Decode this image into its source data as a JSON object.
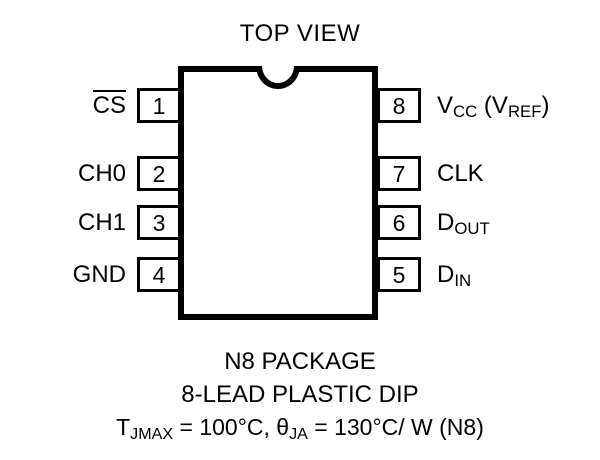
{
  "title": "TOP VIEW",
  "package": {
    "notch": "semicircle-notch",
    "outline": "dip-package-body"
  },
  "pins": {
    "left": [
      {
        "number": "1",
        "label": "CS",
        "overline": true
      },
      {
        "number": "2",
        "label": "CH0",
        "overline": false
      },
      {
        "number": "3",
        "label": "CH1",
        "overline": false
      },
      {
        "number": "4",
        "label": "GND",
        "overline": false
      }
    ],
    "right": [
      {
        "number": "8",
        "label_main": "V",
        "label_sub": "CC",
        "label_tail": " (V",
        "label_sub2": "REF",
        "label_tail2": ")"
      },
      {
        "number": "7",
        "label_main": "CLK",
        "label_sub": "",
        "label_tail": "",
        "label_sub2": "",
        "label_tail2": ""
      },
      {
        "number": "6",
        "label_main": "D",
        "label_sub": "OUT",
        "label_tail": "",
        "label_sub2": "",
        "label_tail2": ""
      },
      {
        "number": "5",
        "label_main": "D",
        "label_sub": "IN",
        "label_tail": "",
        "label_sub2": "",
        "label_tail2": ""
      }
    ]
  },
  "caption": {
    "line1": "N8 PACKAGE",
    "line2": "8-LEAD PLASTIC DIP",
    "line3_pre": "T",
    "line3_sub1": "JMAX",
    "line3_mid": " = 100°C, θ",
    "line3_sub2": "JA",
    "line3_post": " = 130°C/ W (N8)"
  },
  "colors": {
    "ink": "#000000",
    "background": "#ffffff"
  }
}
